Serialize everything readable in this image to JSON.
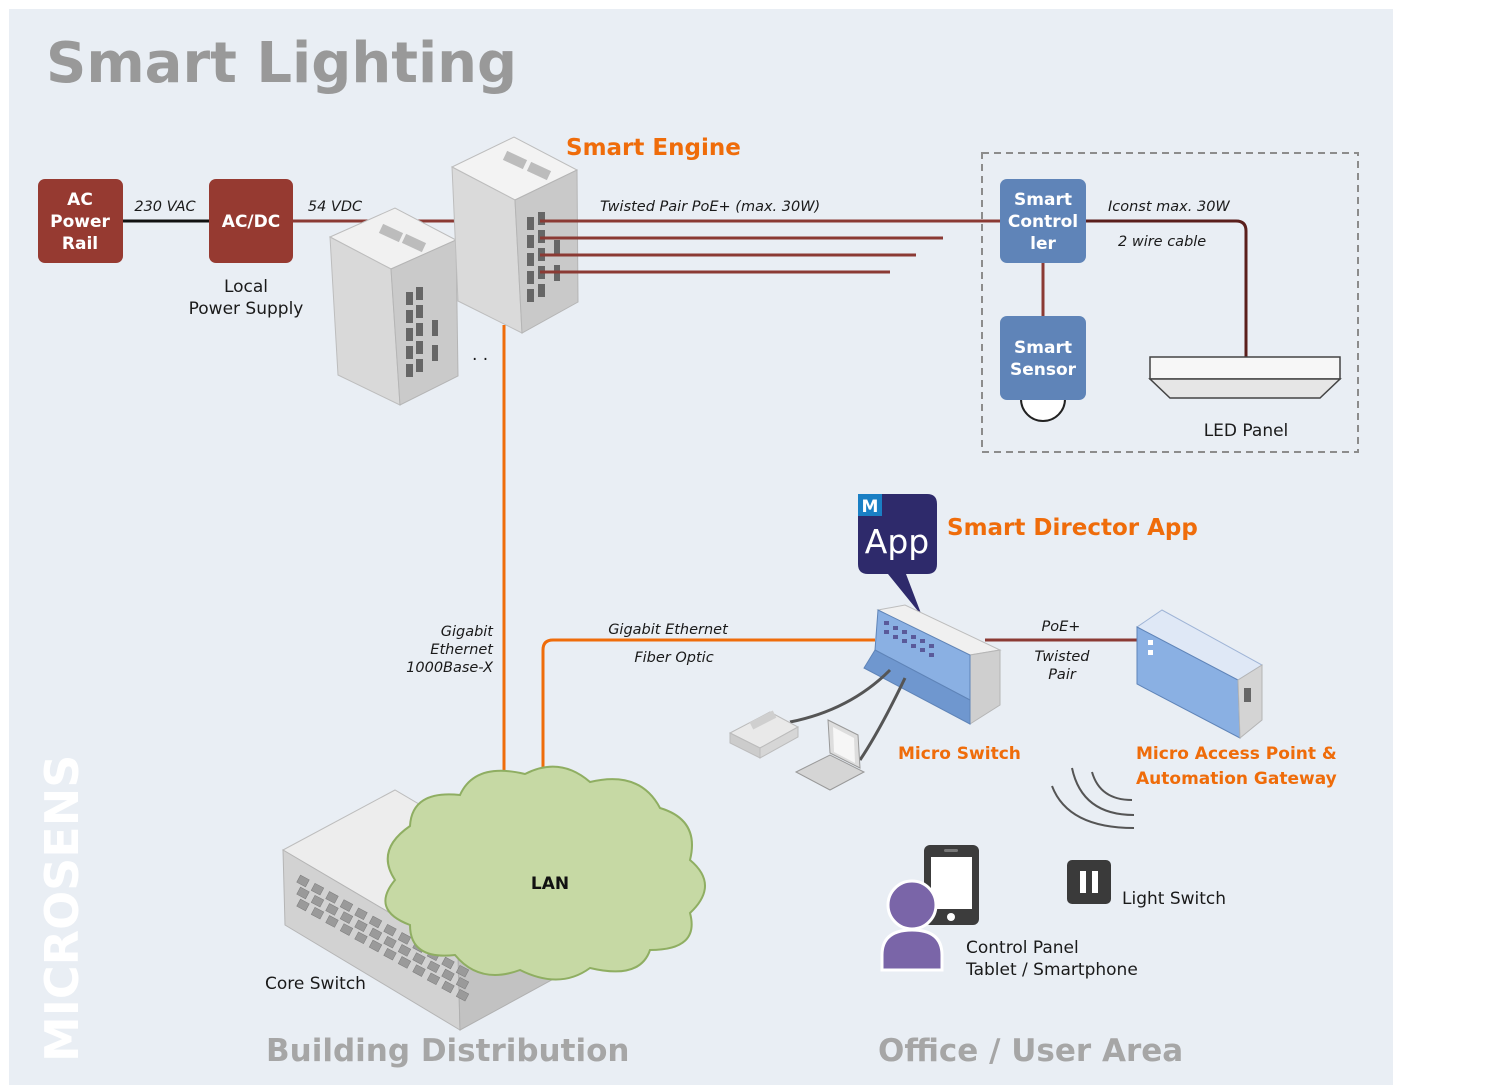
{
  "title": "Smart Lighting",
  "brand": "MICROSENS",
  "sections": {
    "building": "Building Distribution",
    "office": "Office / User Area"
  },
  "power": {
    "ac_rail": [
      "AC",
      "Power",
      "Rail"
    ],
    "acdc": "AC/DC",
    "local_supply": [
      "Local",
      "Power Supply"
    ],
    "vac": "230 VAC",
    "vdc": "54 VDC"
  },
  "smart_engine": {
    "title": "Smart Engine",
    "link": "Twisted Pair  PoE+ (max. 30W)",
    "dots": ". ."
  },
  "controller": {
    "lines": [
      "Smart",
      "Control",
      "ler"
    ],
    "cable_top": "Iconst max. 30W",
    "cable_bottom": "2 wire cable"
  },
  "sensor": {
    "lines": [
      "Smart",
      "Sensor"
    ]
  },
  "led_panel": "LED Panel",
  "app": {
    "badge": "M",
    "label": "App",
    "title": "Smart Director App"
  },
  "uplink": [
    "Gigabit",
    "Ethernet",
    "1000Base-X"
  ],
  "fiber": {
    "top": "Gigabit Ethernet",
    "bottom": "Fiber Optic"
  },
  "poe_link": [
    "PoE+",
    "Twisted",
    "Pair"
  ],
  "micro_switch": "Micro Switch",
  "access_point": [
    "Micro Access Point &",
    "Automation Gateway"
  ],
  "lan": "LAN",
  "core_switch": "Core Switch",
  "light_switch": "Light Switch",
  "control_panel": [
    "Control Panel",
    "Tablet / Smartphone"
  ],
  "colors": {
    "background": "#e9eef4",
    "power_box": "#963a31",
    "controller_box": "#5f84b8",
    "orange": "#ef6c0a",
    "cable": "#8b3a34",
    "lan_cloud": "#c6d9a4",
    "app_icon": "#2e2a6b",
    "badge": "#1a7fc4",
    "device_blue": "#8ab0e3",
    "user_purple": "#7a65a8"
  }
}
